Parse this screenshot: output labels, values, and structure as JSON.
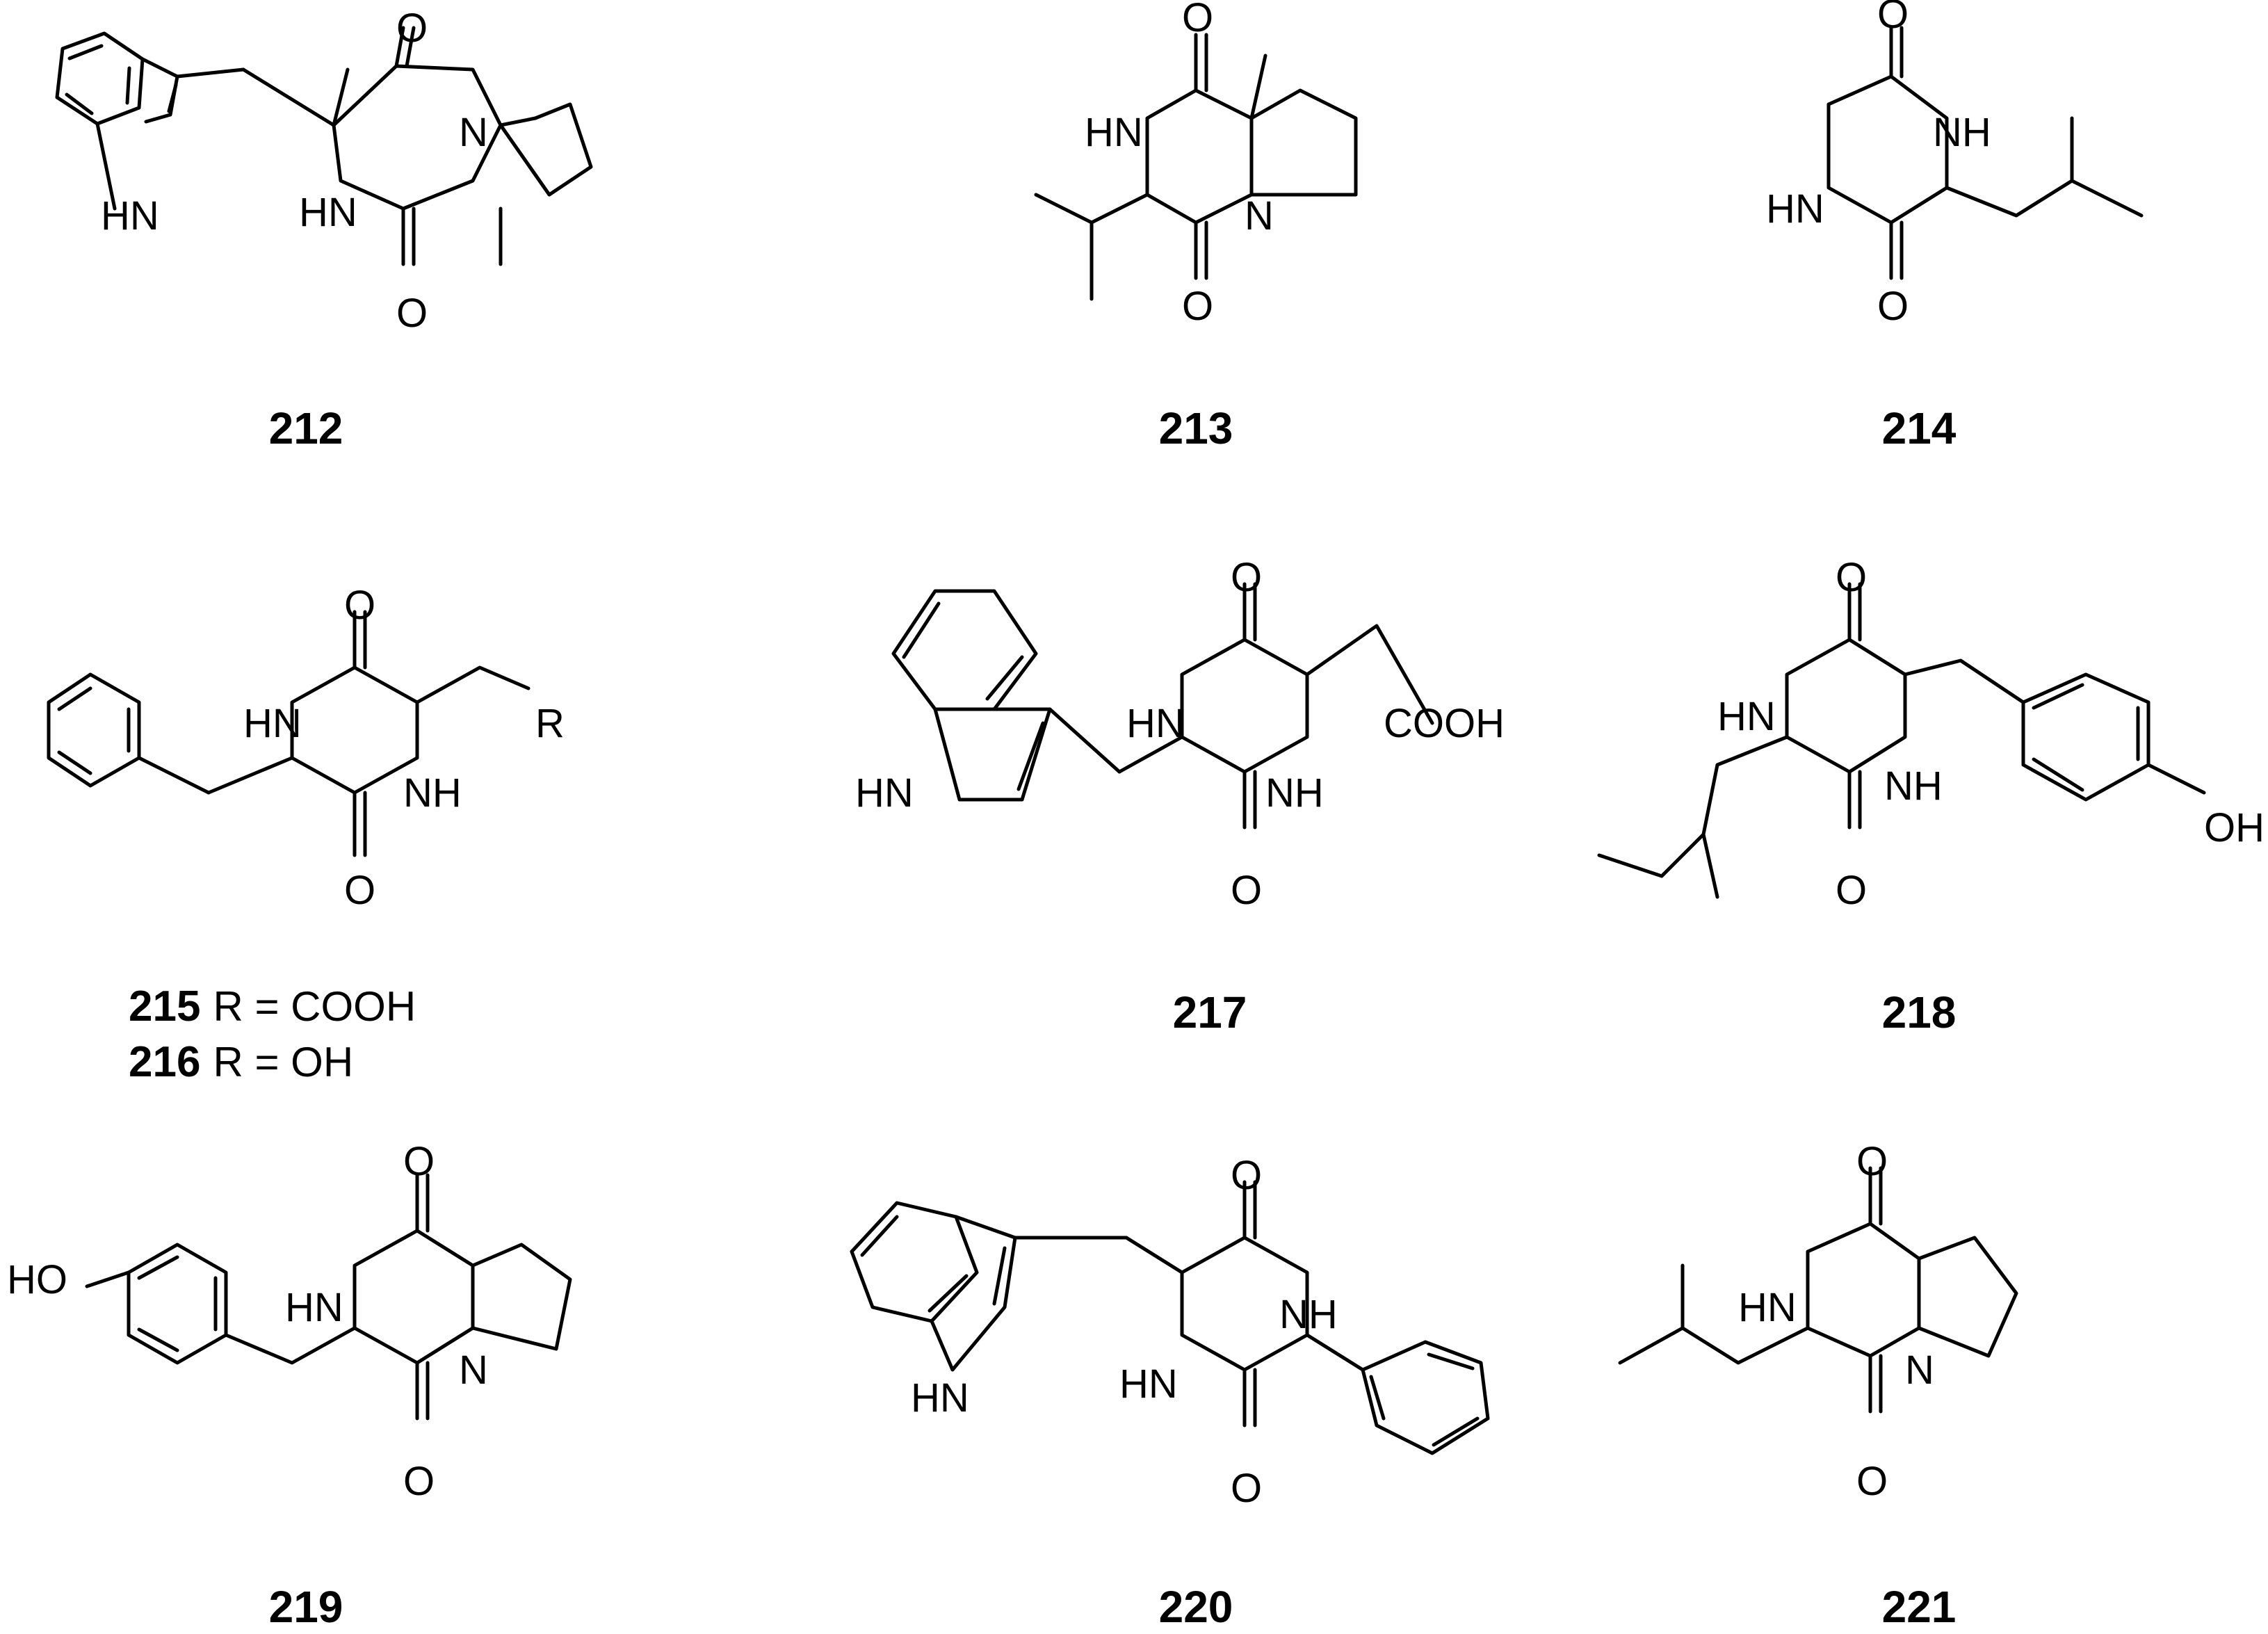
{
  "compounds": [
    {
      "id": "212"
    },
    {
      "id": "213"
    },
    {
      "id": "214"
    },
    {
      "id": "215",
      "substituent": "R = COOH"
    },
    {
      "id": "216",
      "substituent": "R = OH"
    },
    {
      "id": "217"
    },
    {
      "id": "218"
    },
    {
      "id": "219"
    },
    {
      "id": "220"
    },
    {
      "id": "221"
    }
  ],
  "atom_labels": {
    "O": "O",
    "N": "N",
    "NH": "NH",
    "HN": "HN",
    "OH": "OH",
    "HO": "HO",
    "R": "R",
    "COOH": "COOH"
  },
  "colors": {
    "ink": "#000000",
    "background": "#ffffff"
  }
}
